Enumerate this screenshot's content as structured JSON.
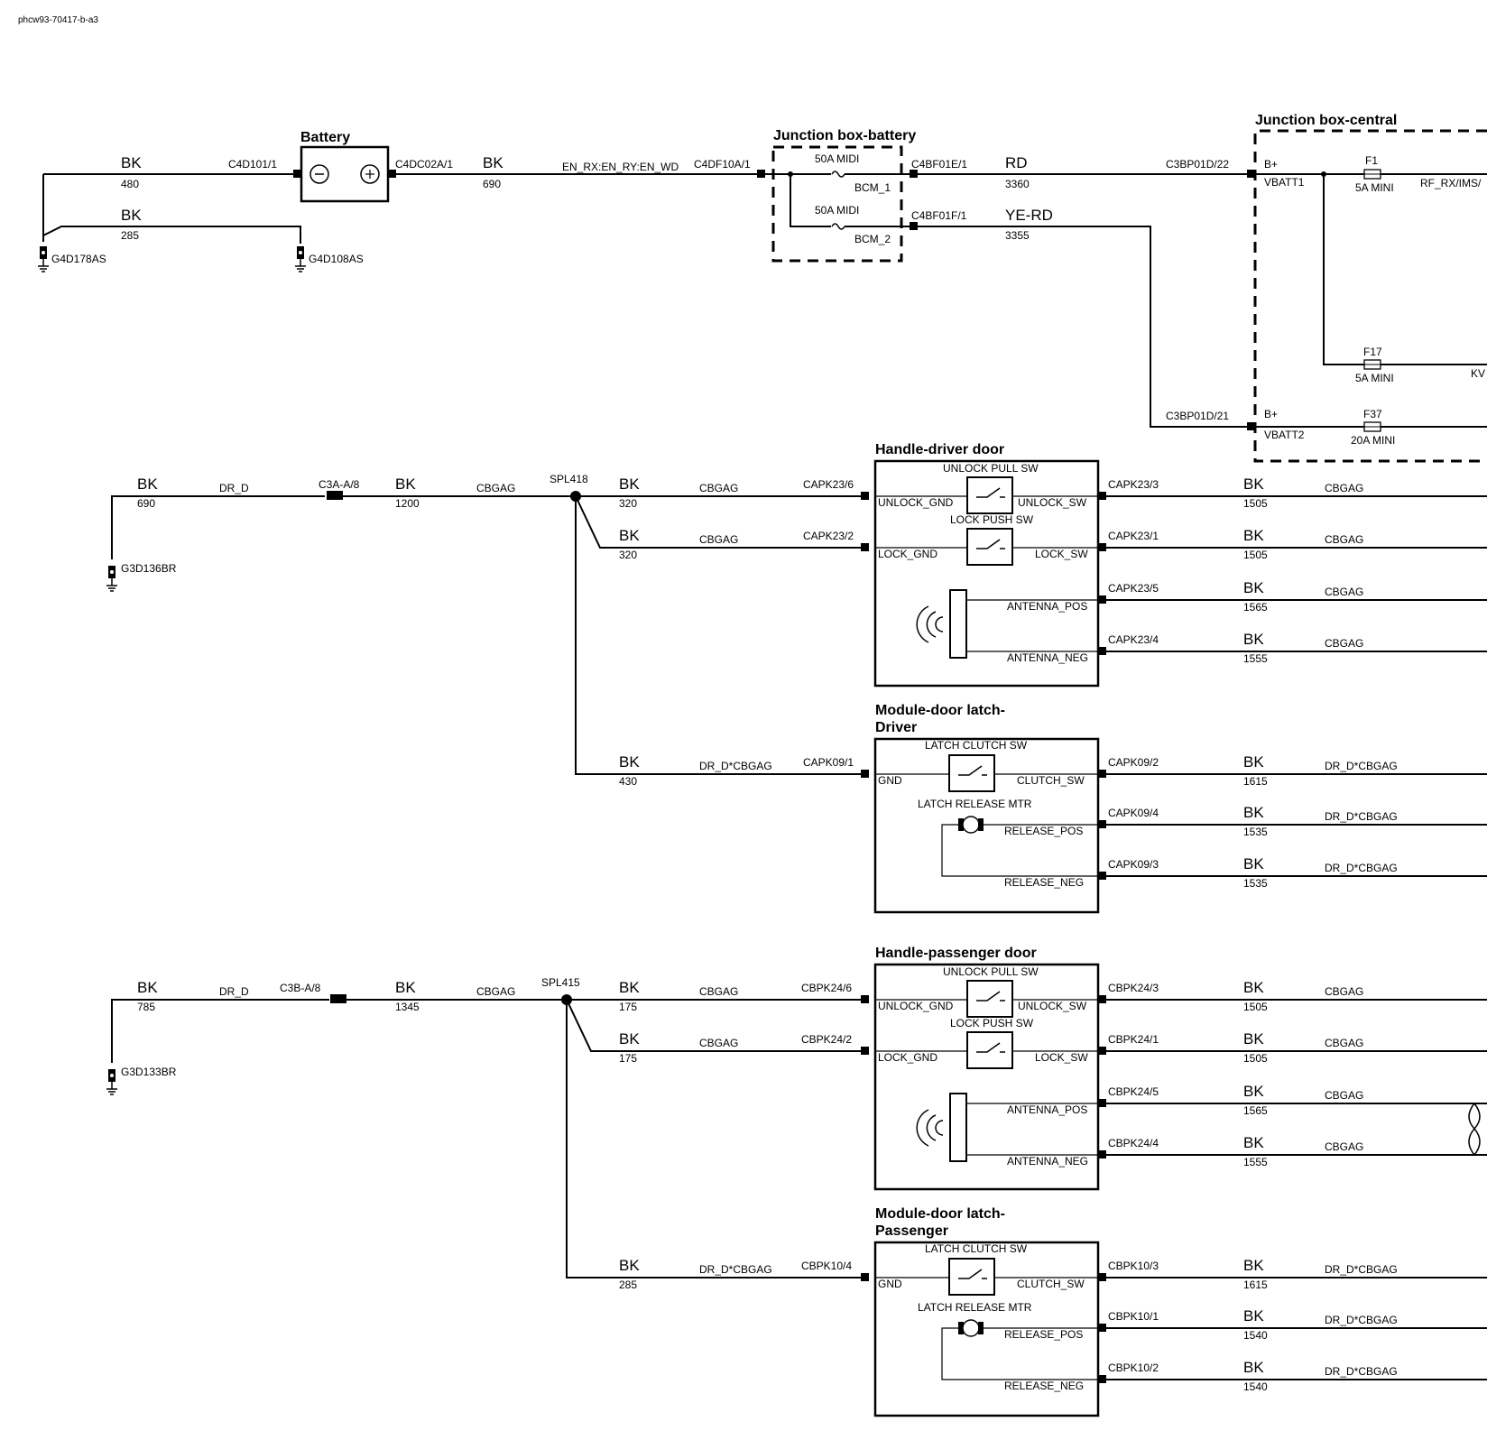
{
  "doc": {
    "id": "phcw93-70417-b-a3"
  },
  "battery": {
    "title": "Battery",
    "left_pin": "C4D101/1",
    "right_pin": "C4DC02A/1"
  },
  "grounds": {
    "g1": "G4D178AS",
    "g2": "G4D108AS",
    "g3": "G3D136BR",
    "g4": "G3D133BR"
  },
  "jb_battery": {
    "title": "Junction box-battery",
    "fuse1": "50A MIDI",
    "fuse2": "50A MIDI",
    "bcm1": "BCM_1",
    "bcm2": "BCM_2",
    "in_pin": "C4DF10A/1",
    "out1": "C4BF01E/1",
    "out2": "C4BF01F/1"
  },
  "jb_central": {
    "title": "Junction box-central",
    "pin_top": "C3BP01D/22",
    "pin_bot": "C3BP01D/21",
    "bplus1": "B+",
    "vbatt1": "VBATT1",
    "bplus2": "B+",
    "vbatt2": "VBATT2",
    "f1": "F1",
    "f1_rating": "5A MINI",
    "f1_out": "RF_RX/IMS/",
    "f17": "F17",
    "f17_rating": "5A MINI",
    "f17_out": "KV",
    "f37": "F37",
    "f37_rating": "20A MINI"
  },
  "wires": {
    "w1": {
      "color": "BK",
      "num": "480"
    },
    "w2": {
      "color": "BK",
      "num": "285"
    },
    "w3": {
      "color": "BK",
      "num": "690",
      "circuit": "EN_RX:EN_RY:EN_WD"
    },
    "w4": {
      "color": "RD",
      "num": "3360"
    },
    "w5": {
      "color": "YE-RD",
      "num": "3355"
    }
  },
  "driver": {
    "gnd_wire": {
      "color": "BK",
      "num": "690",
      "circuit": "DR_D"
    },
    "conn": "C3A-A/8",
    "wire2": {
      "color": "BK",
      "num": "1200",
      "circuit": "CBGAG"
    },
    "splice": "SPL418",
    "handle": {
      "title": "Handle-driver door",
      "unlock_sw": "UNLOCK PULL SW",
      "lock_sw": "LOCK PUSH SW",
      "unlock_gnd": "UNLOCK_GND",
      "lock_gnd": "LOCK_GND",
      "unlock_out": "UNLOCK_SW",
      "lock_out": "LOCK_SW",
      "ant_pos": "ANTENNA_POS",
      "ant_neg": "ANTENNA_NEG",
      "in1": {
        "color": "BK",
        "num": "320",
        "circuit": "CBGAG",
        "pin": "CAPK23/6"
      },
      "in2": {
        "color": "BK",
        "num": "320",
        "circuit": "CBGAG",
        "pin": "CAPK23/2"
      },
      "out": [
        {
          "pin": "CAPK23/3",
          "color": "BK",
          "num": "1505",
          "circuit": "CBGAG"
        },
        {
          "pin": "CAPK23/1",
          "color": "BK",
          "num": "1505",
          "circuit": "CBGAG"
        },
        {
          "pin": "CAPK23/5",
          "color": "BK",
          "num": "1565",
          "circuit": "CBGAG"
        },
        {
          "pin": "CAPK23/4",
          "color": "BK",
          "num": "1555",
          "circuit": "CBGAG"
        }
      ]
    },
    "latch": {
      "title1": "Module-door latch-",
      "title2": "Driver",
      "clutch_sw": "LATCH CLUTCH SW",
      "mtr": "LATCH RELEASE MTR",
      "gnd": "GND",
      "clutch": "CLUTCH_SW",
      "rel_pos": "RELEASE_POS",
      "rel_neg": "RELEASE_NEG",
      "in": {
        "color": "BK",
        "num": "430",
        "circuit": "DR_D*CBGAG",
        "pin": "CAPK09/1"
      },
      "out": [
        {
          "pin": "CAPK09/2",
          "color": "BK",
          "num": "1615",
          "circuit": "DR_D*CBGAG"
        },
        {
          "pin": "CAPK09/4",
          "color": "BK",
          "num": "1535",
          "circuit": "DR_D*CBGAG"
        },
        {
          "pin": "CAPK09/3",
          "color": "BK",
          "num": "1535",
          "circuit": "DR_D*CBGAG"
        }
      ]
    }
  },
  "passenger": {
    "gnd_wire": {
      "color": "BK",
      "num": "785",
      "circuit": "DR_D"
    },
    "conn": "C3B-A/8",
    "wire2": {
      "color": "BK",
      "num": "1345",
      "circuit": "CBGAG"
    },
    "splice": "SPL415",
    "handle": {
      "title": "Handle-passenger door",
      "unlock_sw": "UNLOCK PULL SW",
      "lock_sw": "LOCK PUSH SW",
      "unlock_gnd": "UNLOCK_GND",
      "lock_gnd": "LOCK_GND",
      "unlock_out": "UNLOCK_SW",
      "lock_out": "LOCK_SW",
      "ant_pos": "ANTENNA_POS",
      "ant_neg": "ANTENNA_NEG",
      "in1": {
        "color": "BK",
        "num": "175",
        "circuit": "CBGAG",
        "pin": "CBPK24/6"
      },
      "in2": {
        "color": "BK",
        "num": "175",
        "circuit": "CBGAG",
        "pin": "CBPK24/2"
      },
      "out": [
        {
          "pin": "CBPK24/3",
          "color": "BK",
          "num": "1505",
          "circuit": "CBGAG"
        },
        {
          "pin": "CBPK24/1",
          "color": "BK",
          "num": "1505",
          "circuit": "CBGAG"
        },
        {
          "pin": "CBPK24/5",
          "color": "BK",
          "num": "1565",
          "circuit": "CBGAG"
        },
        {
          "pin": "CBPK24/4",
          "color": "BK",
          "num": "1555",
          "circuit": "CBGAG"
        }
      ]
    },
    "latch": {
      "title1": "Module-door latch-",
      "title2": "Passenger",
      "clutch_sw": "LATCH CLUTCH SW",
      "mtr": "LATCH RELEASE MTR",
      "gnd": "GND",
      "clutch": "CLUTCH_SW",
      "rel_pos": "RELEASE_POS",
      "rel_neg": "RELEASE_NEG",
      "in": {
        "color": "BK",
        "num": "285",
        "circuit": "DR_D*CBGAG",
        "pin": "CBPK10/4"
      },
      "out": [
        {
          "pin": "CBPK10/3",
          "color": "BK",
          "num": "1615",
          "circuit": "DR_D*CBGAG"
        },
        {
          "pin": "CBPK10/1",
          "color": "BK",
          "num": "1540",
          "circuit": "DR_D*CBGAG"
        },
        {
          "pin": "CBPK10/2",
          "color": "BK",
          "num": "1540",
          "circuit": "DR_D*CBGAG"
        }
      ]
    }
  }
}
